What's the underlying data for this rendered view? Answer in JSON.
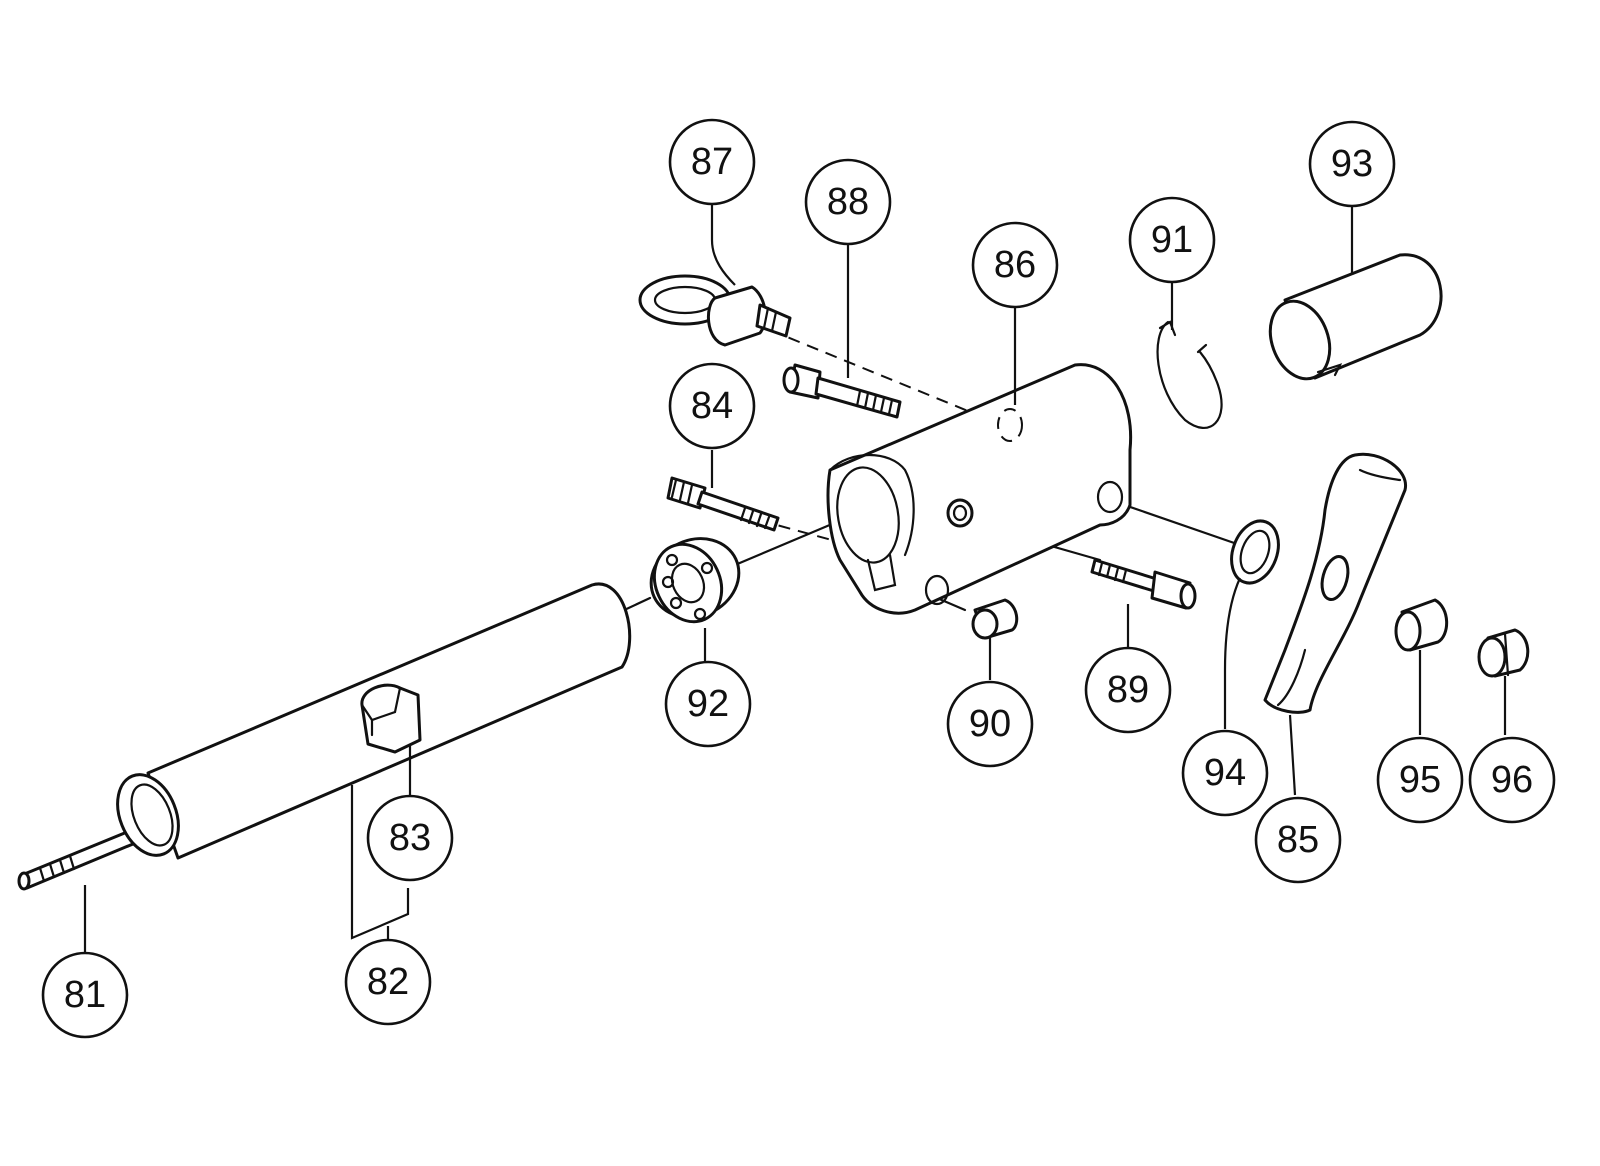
{
  "callouts": [
    {
      "id": "81",
      "label": "81"
    },
    {
      "id": "82",
      "label": "82"
    },
    {
      "id": "83",
      "label": "83"
    },
    {
      "id": "84",
      "label": "84"
    },
    {
      "id": "85",
      "label": "85"
    },
    {
      "id": "86",
      "label": "86"
    },
    {
      "id": "87",
      "label": "87"
    },
    {
      "id": "88",
      "label": "88"
    },
    {
      "id": "89",
      "label": "89"
    },
    {
      "id": "90",
      "label": "90"
    },
    {
      "id": "91",
      "label": "91"
    },
    {
      "id": "92",
      "label": "92"
    },
    {
      "id": "93",
      "label": "93"
    },
    {
      "id": "94",
      "label": "94"
    },
    {
      "id": "95",
      "label": "95"
    },
    {
      "id": "96",
      "label": "96"
    }
  ],
  "colors": {
    "line": "#111111",
    "background": "#ffffff"
  }
}
